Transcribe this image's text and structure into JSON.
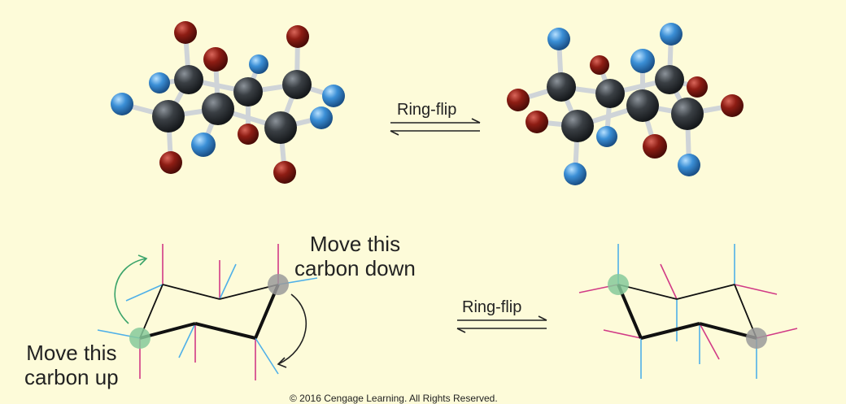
{
  "arrows": {
    "top_label": "Ring-flip",
    "bottom_label": "Ring-flip"
  },
  "annotations": {
    "move_down_line1": "Move this",
    "move_down_line2": "carbon down",
    "move_up_line1": "Move this",
    "move_up_line2": "carbon up"
  },
  "footer": {
    "copyright": "© 2016 Cengage Learning. All Rights Reserved."
  },
  "colors": {
    "background": "#fdfbd9",
    "carbon": "#3a3f44",
    "hydrogen_blue": "#3b8fd6",
    "axial_red": "#8e1d14",
    "bond": "#cfd4d8",
    "axial_magenta": "#d13a86",
    "equatorial_blue": "#4fb0e8",
    "highlight_green": "#86c99a",
    "highlight_gray": "#9a9a9a"
  }
}
